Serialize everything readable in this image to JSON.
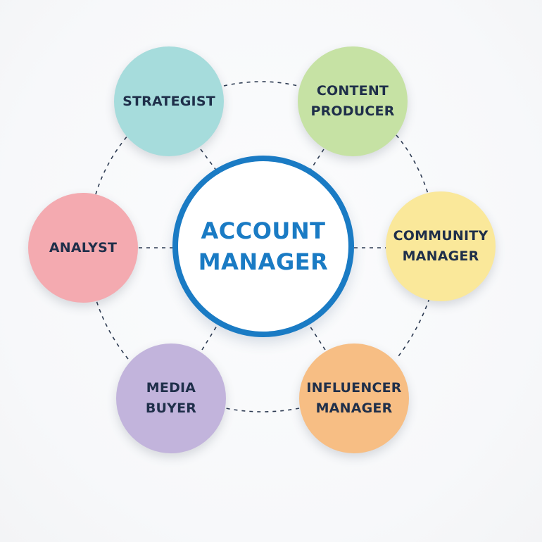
{
  "hub": {
    "label": "ACCOUNT\nMANAGER",
    "color": "#1a7bc4"
  },
  "roles": [
    {
      "id": "strategist",
      "label": "STRATEGIST",
      "color": "#a6dcdc"
    },
    {
      "id": "content-producer",
      "label": "CONTENT\nPRODUCER",
      "color": "#c6e2a4"
    },
    {
      "id": "analyst",
      "label": "ANALYST",
      "color": "#f4aab0"
    },
    {
      "id": "community-manager",
      "label": "COMMUNITY\nMANAGER",
      "color": "#fae89a"
    },
    {
      "id": "media-buyer",
      "label": "MEDIA\nBUYER",
      "color": "#c2b4dc"
    },
    {
      "id": "influencer-manager",
      "label": "INFLUENCER\nMANAGER",
      "color": "#f7be84"
    }
  ],
  "text_color": "#1f2f4a",
  "connector_color": "#2d3b52"
}
